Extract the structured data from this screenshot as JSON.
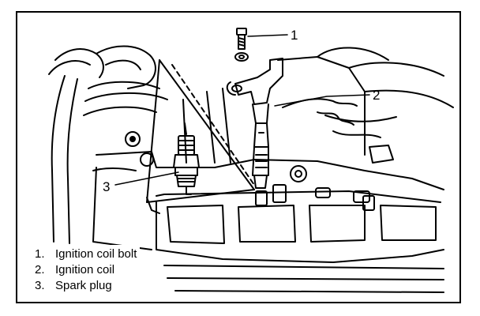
{
  "callouts": {
    "bolt": "1",
    "coil": "2",
    "plug": "3"
  },
  "legend": [
    {
      "num": "1.",
      "label": "Ignition coil bolt"
    },
    {
      "num": "2.",
      "label": "Ignition coil"
    },
    {
      "num": "3.",
      "label": "Spark plug"
    }
  ],
  "colors": {
    "ink": "#000000",
    "paper": "#ffffff"
  }
}
